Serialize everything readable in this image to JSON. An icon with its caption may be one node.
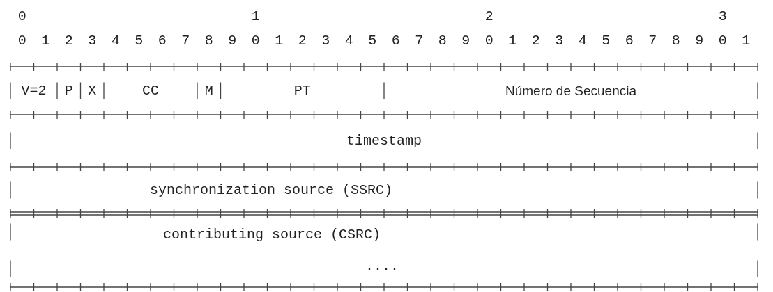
{
  "diagram": {
    "nodes": [
      {
        "text": [
          "V=2"
        ]
      },
      {
        "text": [
          "P"
        ]
      },
      {
        "text": [
          "X"
        ]
      },
      {
        "text": [
          "CC"
        ]
      },
      {
        "text": [
          "M"
        ]
      },
      {
        "text": [
          "PT"
        ]
      },
      {
        "text": [
          "Número de Secuencia"
        ]
      },
      {
        "text": [
          "timestamp"
        ]
      },
      {
        "text": [
          "synchronization source (SSRC)"
        ]
      },
      {
        "text": [
          "contributing source (CSRC)",
          "...."
        ]
      }
    ],
    "labels": [
      "0",
      "1",
      "2",
      "3",
      "0",
      "1",
      "2",
      "3",
      "4",
      "5",
      "6",
      "7",
      "8",
      "9",
      "0",
      "1",
      "2",
      "3",
      "4",
      "5",
      "6",
      "7",
      "8",
      "9",
      "0",
      "1",
      "2",
      "3",
      "4",
      "5",
      "6",
      "7",
      "8",
      "9",
      "0",
      "1"
    ]
  }
}
